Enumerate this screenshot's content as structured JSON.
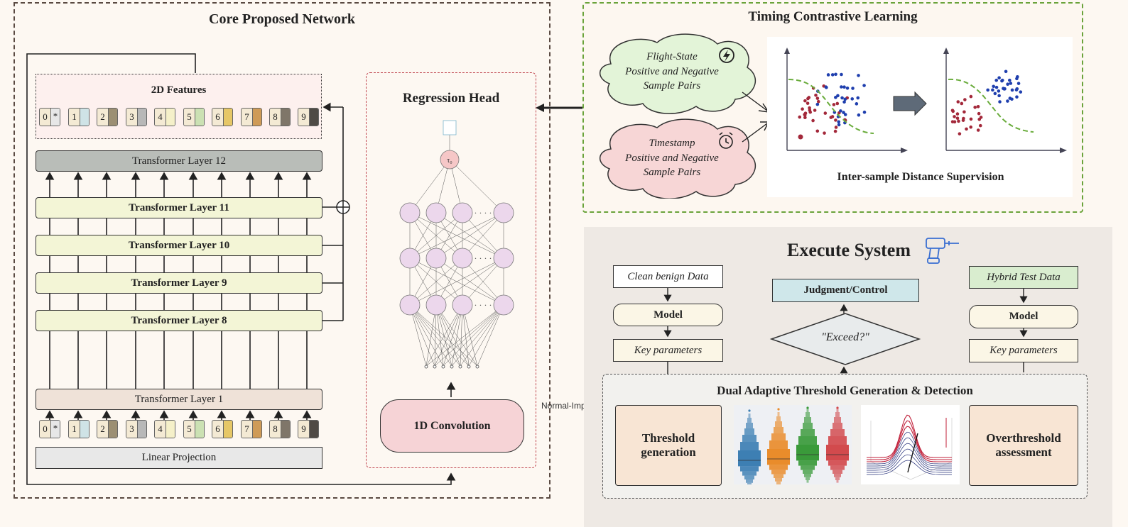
{
  "core": {
    "title": "Core Proposed Network",
    "features_title": "2D Features",
    "tokens": [
      {
        "label": "0",
        "mark": "*",
        "color": "#e7e7e7"
      },
      {
        "label": "1",
        "color": "#cfe3e6"
      },
      {
        "label": "2",
        "color": "#9c8f73"
      },
      {
        "label": "3",
        "color": "#b8b8b8"
      },
      {
        "label": "4",
        "color": "#f5f0c9"
      },
      {
        "label": "5",
        "color": "#cbe1b3"
      },
      {
        "label": "6",
        "color": "#e6c766"
      },
      {
        "label": "7",
        "color": "#cf9b57"
      },
      {
        "label": "8",
        "color": "#7f7669"
      },
      {
        "label": "9",
        "color": "#4f4a45"
      }
    ],
    "layer12": "Transformer Layer 12",
    "layer11": "Transformer Layer 11",
    "layer10": "Transformer Layer 10",
    "layer9": "Transformer Layer 9",
    "layer8": "Transformer Layer 8",
    "layer1": "Transformer Layer 1",
    "linear_projection": "Linear Projection",
    "plus_symbol": "⊕"
  },
  "regression": {
    "title": "Regression Head",
    "conv": "1D Convolution",
    "output_node": "τ₀"
  },
  "edge_label": "Normal-Improved",
  "timing": {
    "title": "Timing Contrastive Learning",
    "flight_state": [
      "Flight-State",
      "Positive and Negative",
      "Sample Pairs"
    ],
    "timestamp": [
      "Timestamp",
      "Positive and Negative",
      "Sample Pairs"
    ],
    "distance_caption": "Inter-sample Distance Supervision",
    "icons": {
      "flight": "lightning-icon",
      "time": "alarm-clock-icon",
      "arrow": "right-arrow-icon"
    },
    "colors": {
      "positive": "#1f3fae",
      "negative": "#a3283a",
      "boundary": "#6aac3c"
    }
  },
  "execute": {
    "title": "Execute System",
    "icon": "drill-icon",
    "left": {
      "input": "Clean benign Data",
      "model": "Model",
      "params": "Key parameters"
    },
    "right": {
      "input": "Hybrid Test Data",
      "model": "Model",
      "params": "Key parameters"
    },
    "judgment": "Judgment/Control",
    "exceed": "\"Exceed?\"",
    "dual_title": "Dual Adaptive Threshold Generation & Detection",
    "threshold_generation": [
      "Threshold",
      "generation"
    ],
    "overthreshold": [
      "Overthreshold",
      "assessment"
    ]
  },
  "colors": {
    "core_border": "#5a4a42",
    "regression_border": "#c0454f",
    "timing_border": "#6aa33a",
    "execute_bg": "#eee9e4",
    "judgment_bg": "#cfe7ea",
    "hybrid_bg": "#d9edcf",
    "flight_cloud": "#e3f4d8",
    "timestamp_cloud": "#f7d6d6",
    "conv_bg": "#f6d3d6",
    "threshold_bg": "#f8e5d4"
  }
}
